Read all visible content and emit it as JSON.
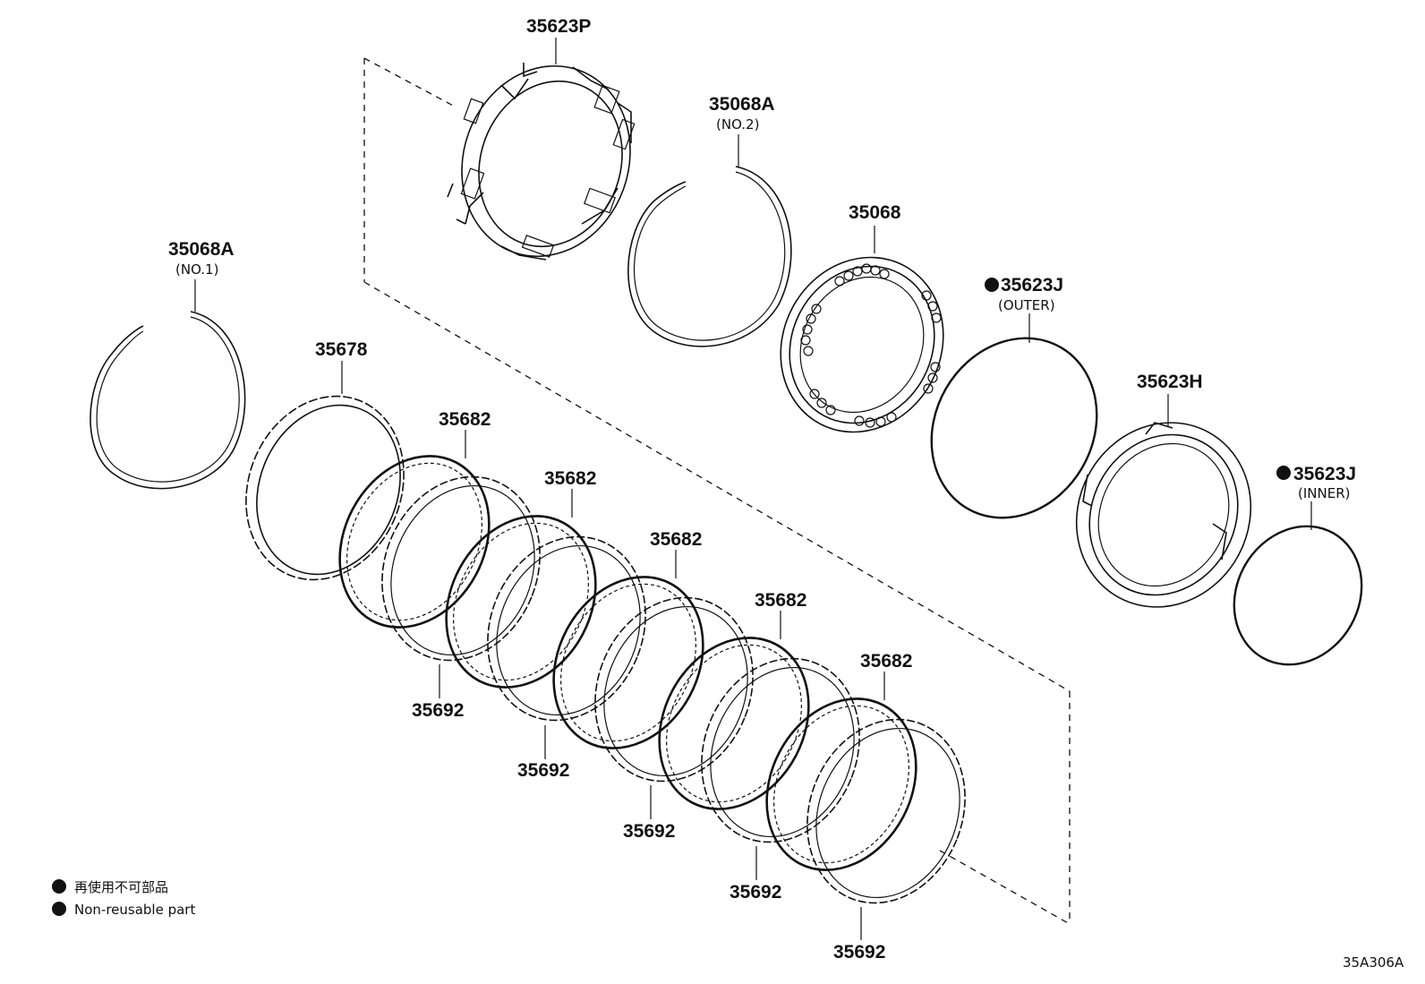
{
  "labels": {
    "p35623P": "35623P",
    "p35068A_no2": "35068A",
    "no2": "(NO.2)",
    "p35068": "35068",
    "p35623J_outer": "35623J",
    "outer": "(OUTER)",
    "p35623H": "35623H",
    "p35623J_inner": "35623J",
    "inner": "(INNER)",
    "p35068A_no1": "35068A",
    "no1": "(NO.1)",
    "p35678": "35678",
    "p35682_1": "35682",
    "p35682_2": "35682",
    "p35682_3": "35682",
    "p35682_4": "35682",
    "p35682_5": "35682",
    "p35692_1": "35692",
    "p35692_2": "35692",
    "p35692_3": "35692",
    "p35692_4": "35692",
    "p35692_5": "35692"
  },
  "legend": {
    "japanese": "再使用不可部品",
    "english": "Non-reusable part"
  },
  "diagram_code": "35A306A"
}
